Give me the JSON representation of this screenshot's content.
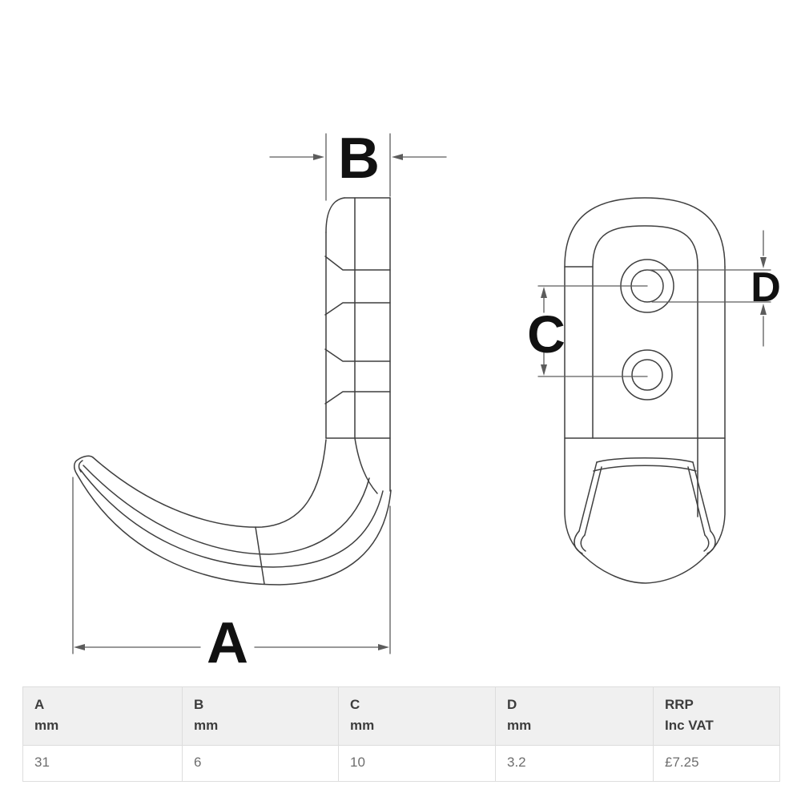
{
  "diagram": {
    "dimension_labels": {
      "a": "A",
      "b": "B",
      "c": "C",
      "d": "D"
    }
  },
  "table": {
    "columns": [
      {
        "header_line1": "A",
        "header_line2": "mm",
        "value": "31"
      },
      {
        "header_line1": "B",
        "header_line2": "mm",
        "value": "6"
      },
      {
        "header_line1": "C",
        "header_line2": "mm",
        "value": "10"
      },
      {
        "header_line1": "D",
        "header_line2": "mm",
        "value": "3.2"
      },
      {
        "header_line1": "RRP",
        "header_line2": "Inc VAT",
        "value": "£7.25"
      }
    ]
  },
  "colors": {
    "outline_line": "#3f3f3f",
    "dimension_line": "#5c5c5c",
    "label_text": "#111111",
    "table_border": "#dddddd",
    "table_header_bg": "#f0f0f0",
    "table_header_text": "#3d3d3d",
    "table_value_text": "#6e6e6e",
    "background": "#ffffff"
  }
}
